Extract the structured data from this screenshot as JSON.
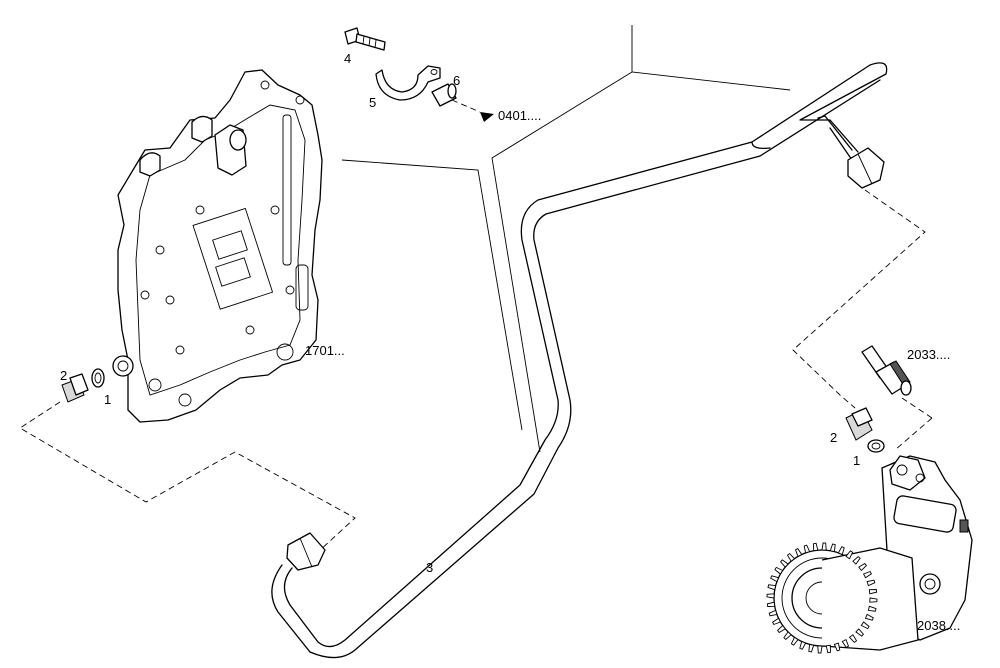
{
  "labels": {
    "bolt": "4",
    "clamp": "5",
    "sleeve": "6",
    "clamp_ref": "0401....",
    "plate_ref": "1701...",
    "left_union": "2",
    "left_washer": "1",
    "pipe": "3",
    "right_union": "2",
    "right_washer": "1",
    "sensor_ref": "2033....",
    "pump_ref": "2038...."
  }
}
